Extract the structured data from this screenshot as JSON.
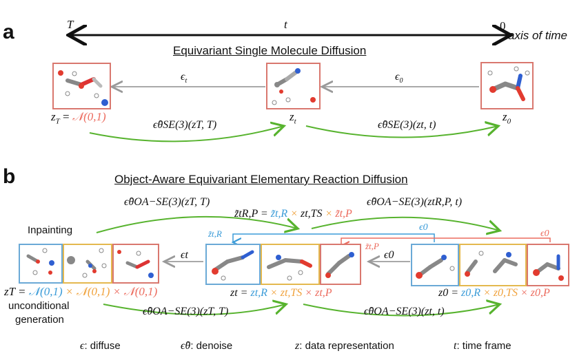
{
  "panel_a": {
    "label": "a",
    "time_axis": {
      "left": "T",
      "mid": "t",
      "right": "0",
      "caption": "axis of time"
    },
    "title": "Equivariant Single Molecule Diffusion",
    "eps_t": "ϵ",
    "eps_t_sub": "t",
    "eps_0": "ϵ",
    "eps_0_sub": "0",
    "zT_prefix": "z",
    "zT_sub": "T",
    "zT_eq": " = ",
    "zT_normal": "𝒩(0,1)",
    "zt": "z",
    "zt_sub": "t",
    "z0": "z",
    "z0_sub": "0",
    "denoise_left": "ϵ̂θSE(3)(zT, T)",
    "denoise_right": "ϵ̂θSE(3)(zt, t)"
  },
  "panel_b": {
    "label": "b",
    "title": "Object-Aware Equivariant Elementary Reaction Diffusion",
    "inpainting": "Inpainting",
    "uncond_1": "unconditional",
    "uncond_2": "generation",
    "top_left_denoise": "ϵ̂θOA−SE(3)(zT, T)",
    "top_right_denoise": "ϵ̂θOA−SE(3)(ztR,P, t)",
    "mix_prefix": "z̃tR,P = ",
    "mix_R": "z̃t,R",
    "mix_x1": " × ",
    "mix_TS": "zt,TS",
    "mix_x2": " × ",
    "mix_P": "z̃t,P",
    "ztR_label": "z̃t,R",
    "ztP_label": "z̃t,P",
    "eps0_blue": "ϵ0",
    "eps0_red": "ϵ0",
    "eps_t": "ϵt",
    "eps_0": "ϵ0",
    "zT_eq": "zT = ",
    "zT_N1": "𝒩(0,1)",
    "zT_x1": " × ",
    "zT_N2": "𝒩(0,1)",
    "zT_x2": " × ",
    "zT_N3": "𝒩(0,1)",
    "zt_eq": "zt = ",
    "zt_R": "zt,R",
    "zt_x1": " × ",
    "zt_TS": "zt,TS",
    "zt_x2": " × ",
    "zt_P": "zt,P",
    "z0_eq": "z0 = ",
    "z0_R": "z0,R",
    "z0_x1": " × ",
    "z0_TS": "z0,TS",
    "z0_x2": " × ",
    "z0_P": "z0,P",
    "bottom_left_denoise": "ϵ̂θOA−SE(3)(zT, T)",
    "bottom_right_denoise": "ϵ̂θOA−SE(3)(zt, t)"
  },
  "legend": {
    "eps_sym": "ϵ",
    "eps_text": ":  diffuse",
    "den_sym": "ϵ̂θ",
    "den_text": ":  denoise",
    "z_sym": "z",
    "z_text": ":  data representation",
    "t_sym": "t",
    "t_text": ": time frame"
  },
  "colors": {
    "red_frame": "#d9776e",
    "blue_frame": "#6aa9d6",
    "yellow_frame": "#e4b84e",
    "green_arrow": "#57b32e",
    "gray_arrow": "#a9a9a9",
    "blue_text": "#3a9bd8",
    "orange_text": "#f0a23c",
    "red_text": "#ec6b5e"
  }
}
